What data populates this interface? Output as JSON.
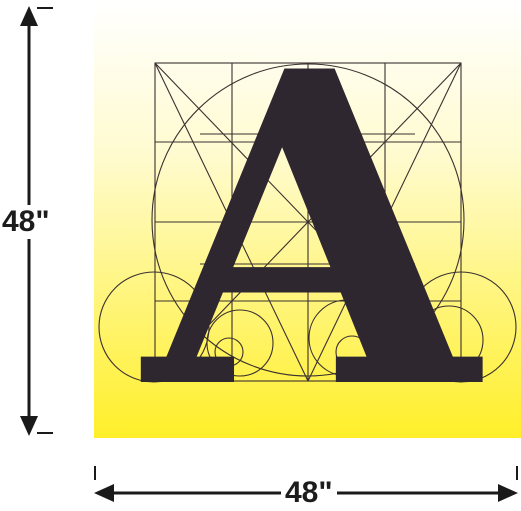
{
  "letter": "A",
  "height_label": "48\"",
  "width_label": "48\"",
  "colors": {
    "gradient_top": "#ffffff",
    "gradient_bottom": "#ffef2a",
    "letter": "#2f2730",
    "construction_lines": "#3a3030",
    "dimension_lines": "#1a1a1a"
  }
}
